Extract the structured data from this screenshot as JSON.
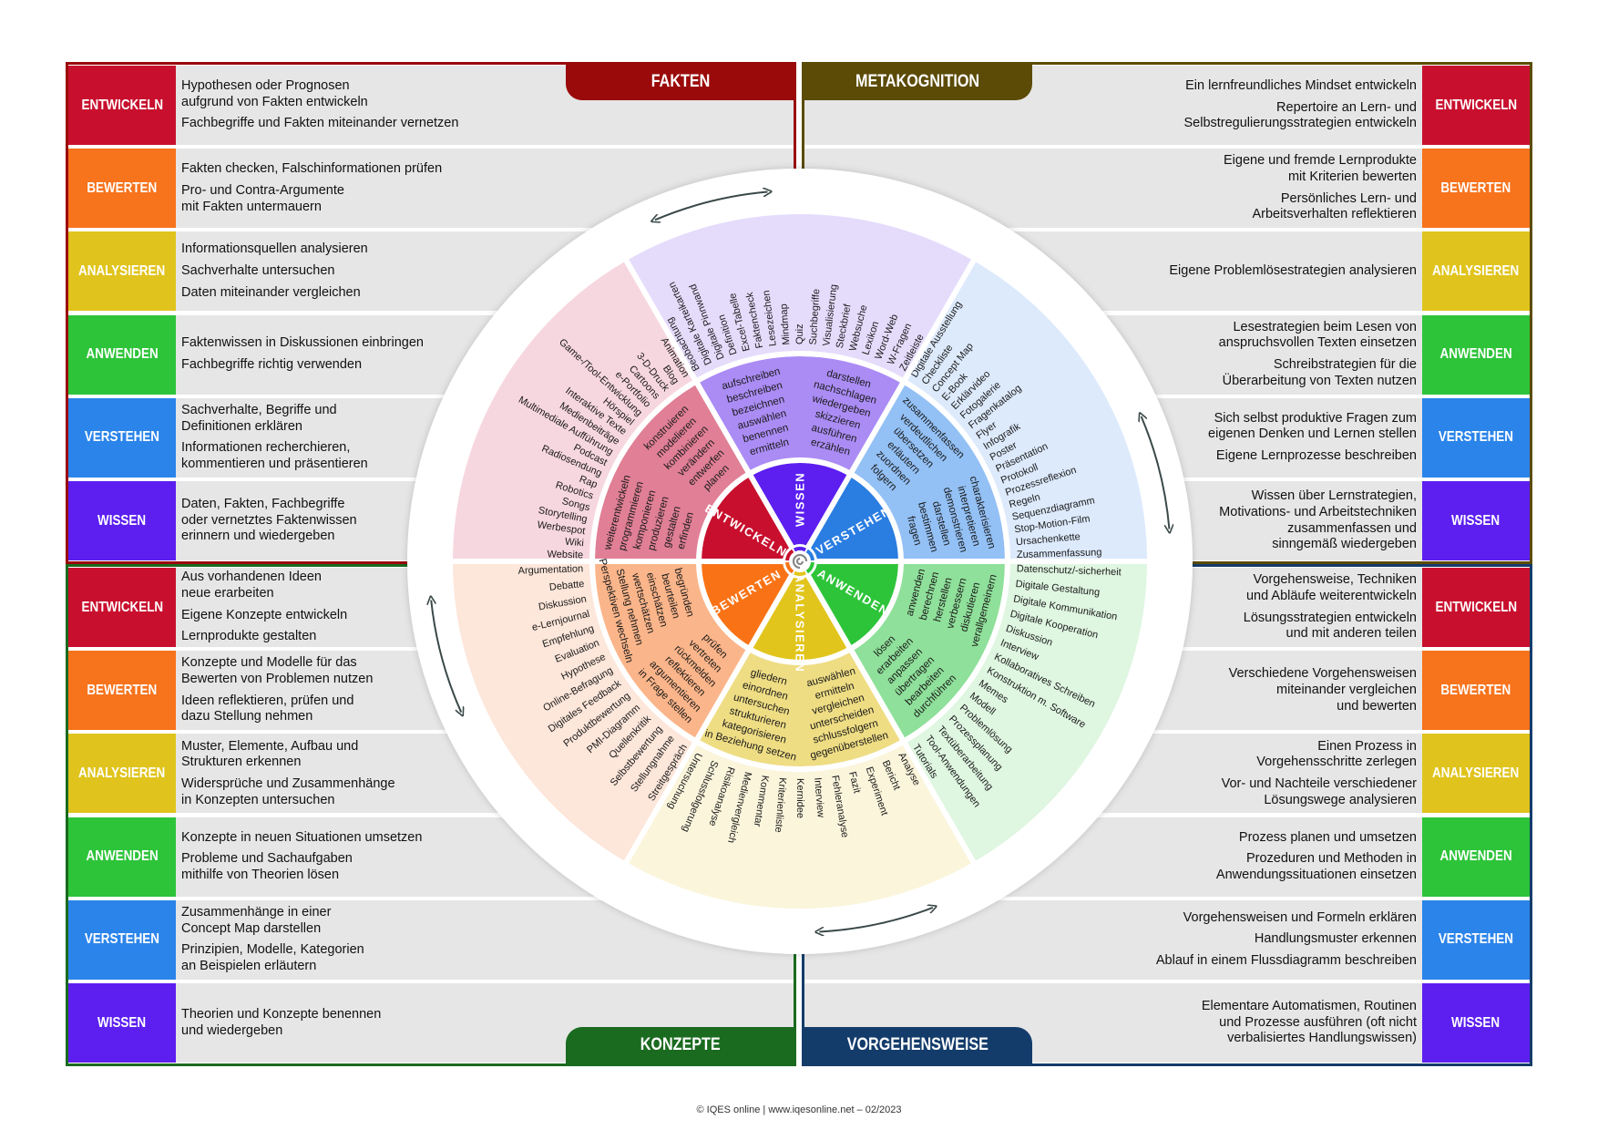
{
  "levels": {
    "ENTWICKELN": {
      "label": "ENTWICKELN",
      "color": "#c8102e"
    },
    "BEWERTEN": {
      "label": "BEWERTEN",
      "color": "#f7731c"
    },
    "ANALYSIEREN": {
      "label": "ANALYSIEREN",
      "color": "#e0c41d"
    },
    "ANWENDEN": {
      "label": "ANWENDEN",
      "color": "#2ec43a"
    },
    "VERSTEHEN": {
      "label": "VERSTEHEN",
      "color": "#2b84ea"
    },
    "WISSEN": {
      "label": "WISSEN",
      "color": "#5c1ff0"
    }
  },
  "quadrants": [
    {
      "title": "FAKTEN",
      "color": "#9b0a0a",
      "rows": [
        {
          "level": "ENTWICKELN",
          "items": [
            "Hypothesen oder Prognosen\naufgrund von Fakten entwickeln",
            "Fachbegriffe und Fakten miteinander vernetzen"
          ]
        },
        {
          "level": "BEWERTEN",
          "items": [
            "Fakten checken, Falschinformationen prüfen",
            "Pro- und Contra-Argumente\nmit Fakten untermauern"
          ]
        },
        {
          "level": "ANALYSIEREN",
          "items": [
            "Informationsquellen analysieren",
            "Sachverhalte untersuchen",
            "Daten miteinander vergleichen"
          ]
        },
        {
          "level": "ANWENDEN",
          "items": [
            "Faktenwissen in Diskussionen einbringen",
            "Fachbegriffe richtig verwenden"
          ]
        },
        {
          "level": "VERSTEHEN",
          "items": [
            "Sachverhalte, Begriffe und\nDefinitionen erklären",
            "Informationen recherchieren,\nkommentieren und präsentieren"
          ]
        },
        {
          "level": "WISSEN",
          "items": [
            "Daten, Fakten, Fachbegriffe\noder vernetztes Faktenwissen\nerinnern und wiedergeben"
          ]
        }
      ]
    },
    {
      "title": "METAKOGNITION",
      "color": "#5c4b07",
      "rows": [
        {
          "level": "ENTWICKELN",
          "items": [
            "Ein lernfreundliches Mindset entwickeln",
            "Repertoire an Lern- und\nSelbstregulierungsstrategien entwickeln"
          ]
        },
        {
          "level": "BEWERTEN",
          "items": [
            "Eigene und fremde Lernprodukte\nmit Kriterien bewerten",
            "Persönliches Lern- und\nArbeitsverhalten reflektieren"
          ]
        },
        {
          "level": "ANALYSIEREN",
          "items": [
            "Eigene Problemlösestrategien analysieren"
          ]
        },
        {
          "level": "ANWENDEN",
          "items": [
            "Lesestrategien beim Lesen von\nanspruchsvollen Texten einsetzen",
            "Schreibstrategien für die\nÜberarbeitung von Texten nutzen"
          ]
        },
        {
          "level": "VERSTEHEN",
          "items": [
            "Sich selbst produktive Fragen zum\neigenen Denken und Lernen stellen",
            "Eigene Lernprozesse beschreiben"
          ]
        },
        {
          "level": "WISSEN",
          "items": [
            "Wissen über Lernstrategien,\nMotivations- und Arbeitstechniken\nzusammenfassen und\nsinngemäß wiedergeben"
          ]
        }
      ]
    },
    {
      "title": "KONZEPTE",
      "color": "#1a6b1f",
      "rows": [
        {
          "level": "ENTWICKELN",
          "items": [
            "Aus vorhandenen Ideen\nneue erarbeiten",
            "Eigene Konzepte entwickeln",
            "Lernprodukte gestalten"
          ]
        },
        {
          "level": "BEWERTEN",
          "items": [
            "Konzepte und Modelle für das\nBewerten von Problemen nutzen",
            "Ideen reflektieren, prüfen und\ndazu Stellung nehmen"
          ]
        },
        {
          "level": "ANALYSIEREN",
          "items": [
            "Muster, Elemente, Aufbau und\nStrukturen erkennen",
            "Widersprüche und Zusammenhänge\nin Konzepten untersuchen"
          ]
        },
        {
          "level": "ANWENDEN",
          "items": [
            "Konzepte in neuen Situationen umsetzen",
            "Probleme und Sachaufgaben\nmithilfe von Theorien lösen"
          ]
        },
        {
          "level": "VERSTEHEN",
          "items": [
            "Zusammenhänge in einer\nConcept Map darstellen",
            "Prinzipien, Modelle, Kategorien\nan Beispielen erläutern"
          ]
        },
        {
          "level": "WISSEN",
          "items": [
            "Theorien und Konzepte benennen\nund wiedergeben"
          ]
        }
      ]
    },
    {
      "title": "VORGEHENSWEISE",
      "color": "#143c6b",
      "rows": [
        {
          "level": "ENTWICKELN",
          "items": [
            "Vorgehensweise, Techniken\nund Abläufe weiterentwickeln",
            "Lösungsstrategien entwickeln\nund mit anderen teilen"
          ]
        },
        {
          "level": "BEWERTEN",
          "items": [
            "Verschiedene Vorgehensweisen\nmiteinander vergleichen\nund bewerten"
          ]
        },
        {
          "level": "ANALYSIEREN",
          "items": [
            "Einen Prozess in\nVorgehensschritte zerlegen",
            "Vor- und Nachteile verschiedener\nLösungswege analysieren"
          ]
        },
        {
          "level": "ANWENDEN",
          "items": [
            "Prozess planen und umsetzen",
            "Prozeduren und Methoden in\nAnwendungssituationen einsetzen"
          ]
        },
        {
          "level": "VERSTEHEN",
          "items": [
            "Vorgehensweisen und Formeln erklären",
            "Handlungsmuster erkennen",
            "Ablauf in einem Flussdiagramm beschreiben"
          ]
        },
        {
          "level": "WISSEN",
          "items": [
            "Elementare Automatismen, Routinen\nund Prozesse ausführen (oft nicht\nverbalisiertes Handlungswissen)"
          ]
        }
      ]
    }
  ],
  "wheel": {
    "sectors": [
      {
        "label": "VERSTEHEN",
        "colors": [
          "#2a7de1",
          "#93c0f5",
          "#ddeafc"
        ],
        "verb_groups": [
          [
            "charakterisieren",
            "interpretieren",
            "demonstrieren",
            "darstellen",
            "bestimmen",
            "fragen"
          ],
          [
            "zusammenfassen",
            "verdeutlichen",
            "übersetzen",
            "erläutern",
            "zuordnen",
            "folgern"
          ]
        ],
        "products": [
          "Digitale Ausstellung",
          "Checkliste",
          "Concept Map",
          "E-Book",
          "Erklärvideo",
          "Fotogalerie",
          "Fragenkatalog",
          "Flyer",
          "Infografik",
          "Poster",
          "Präsentation",
          "Protokoll",
          "Prozessreflexion",
          "Regeln",
          "Sequenzdiagramm",
          "Stop-Motion-Film",
          "Ursachenkette",
          "Zusammenfassung"
        ]
      },
      {
        "label": "WISSEN",
        "colors": [
          "#5c1ff0",
          "#ab8cf5",
          "#e5dcfc"
        ],
        "verb_groups": [
          [
            "darstellen",
            "nachschlagen",
            "wiedergeben",
            "skizzieren",
            "ausführen",
            "erzählen"
          ],
          [
            "aufschreiben",
            "beschreiben",
            "bezeichnen",
            "auswählen",
            "benennen",
            "ermitteln"
          ]
        ],
        "products": [
          "Beobachtung",
          "Digitale Karteikarten",
          "Digitale Pinnwand",
          "Definition",
          "Excel-Tabelle",
          "Faktencheck",
          "Lesezeichen",
          "Mindmap",
          "Quiz",
          "Suchbegriffe",
          "Visualisierung",
          "Steckbrief",
          "Websuche",
          "Lexikon",
          "Word-Web",
          "W-Fragen",
          "Zeitleiste"
        ]
      },
      {
        "label": "ENTWICKELN",
        "colors": [
          "#c8102e",
          "#e07f95",
          "#f7d7df"
        ],
        "verb_groups": [
          [
            "konstruieren",
            "modelieren",
            "kombinieren",
            "verändern",
            "entwerfen",
            "planen"
          ],
          [
            "weiterentwickeln",
            "programmieren",
            "komponieren",
            "produzieren",
            "gestalten",
            "erfinden"
          ]
        ],
        "products": [
          "Animation",
          "Blog",
          "3-D-Druck",
          "Cartoons",
          "e-Portfolio",
          "Game-/Tool-Entwicklung",
          "Hörspiel",
          "Interaktive Texte",
          "Medienbeiträge",
          "Multimediale Aufführung",
          "Podcast",
          "Radiosendung",
          "Rap",
          "Robotics",
          "Songs",
          "Storytelling",
          "Werbespot",
          "Wiki",
          "Website"
        ]
      },
      {
        "label": "BEWERTEN",
        "colors": [
          "#f97316",
          "#fbb58a",
          "#fde6da"
        ],
        "verb_groups": [
          [
            "begründen",
            "beurteilen",
            "einschätzen",
            "wertschätzen",
            "Stellung nehmen",
            "Perspektiven wechseln"
          ],
          [
            "prüfen",
            "vertreten",
            "rückmelden",
            "reflektieren",
            "argumentieren",
            "in Frage stellen"
          ]
        ],
        "products": [
          "Argumentation",
          "Debatte",
          "Diskussion",
          "e-Lernjournal",
          "Empfehlung",
          "Evaluation",
          "Hypothese",
          "Online-Befragung",
          "Digitales Feedback",
          "Produktbewertung",
          "PMI-Diagramm",
          "Quellenkritik",
          "Selbstbewertung",
          "Stellungnahme",
          "Streitgespräch"
        ]
      },
      {
        "label": "ANALYSIEREN",
        "colors": [
          "#e2c51c",
          "#efdd84",
          "#fbf5dc"
        ],
        "verb_groups": [
          [
            "gliedern",
            "einordnen",
            "untersuchen",
            "strukturieren",
            "kategorisieren",
            "in Beziehung setzen"
          ],
          [
            "auswählen",
            "ermitteln",
            "vergleichen",
            "unterscheiden",
            "schlussfolgern",
            "gegenüberstellen"
          ]
        ],
        "products": [
          "Untersuchung",
          "Schlussfolgerung",
          "Risikoanalyse",
          "Medienvergleich",
          "Kommentar",
          "Kriterienliste",
          "Kernidee",
          "Interview",
          "Fehleranalyse",
          "Fazit",
          "Experiment",
          "Bericht",
          "Analyse"
        ]
      },
      {
        "label": "ANWENDEN",
        "colors": [
          "#2ec43a",
          "#8fe09a",
          "#dff6e1"
        ],
        "verb_groups": [
          [
            "lösen",
            "erarbeiten",
            "anpassen",
            "übertragen",
            "bearbeiten",
            "durchführen"
          ],
          [
            "anwenden",
            "berechnen",
            "herstellen",
            "verbessern",
            "diskutieren",
            "verallgemeinern"
          ]
        ],
        "products": [
          "Datenschutz/-sicherheit",
          "Digitale Gestaltung",
          "Digitale Kommunikation",
          "Digitale Kooperation",
          "Diskussion",
          "Interview",
          "Kollaboratives Schreiben",
          "Konstruktion m. Software",
          "Memes",
          "Modell",
          "Problemlösung",
          "Prozessplanung",
          "Textüberarbeitung",
          "Tool-Anwendungen",
          "Tutorials"
        ]
      }
    ],
    "arrow_color": "#3a4848"
  },
  "footer": "© IQES online | www.iqesonline.net – 02/2023"
}
